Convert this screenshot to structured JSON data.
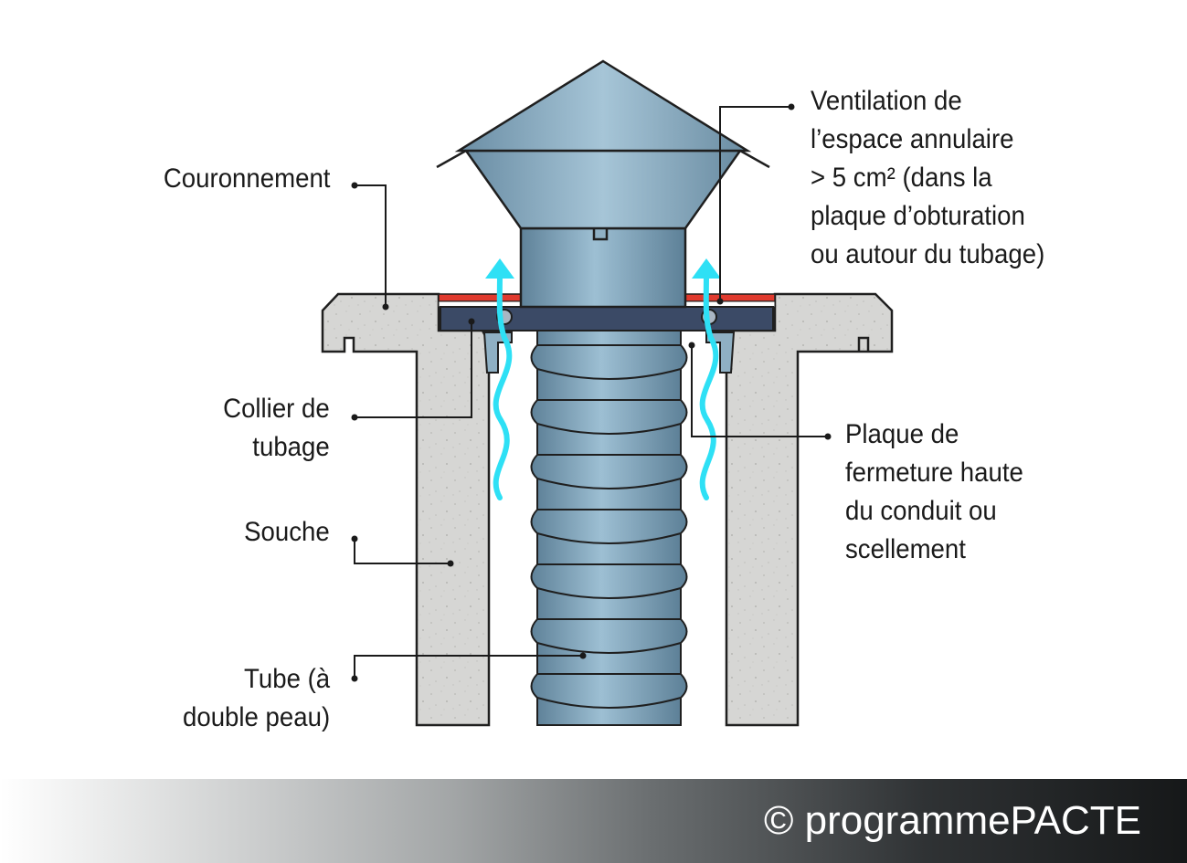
{
  "labels": {
    "couronnement": [
      "Couronnement"
    ],
    "collier": [
      "Collier de",
      "tubage"
    ],
    "souche": [
      "Souche"
    ],
    "tube": [
      "Tube (à",
      "double peau)"
    ],
    "ventilation": [
      "Ventilation de",
      "l’espace annulaire",
      "> 5 cm² (dans la",
      "plaque d’obturation",
      "ou autour du tubage)"
    ],
    "plaque": [
      "Plaque de",
      "fermeture haute",
      "du conduit ou",
      "scellement"
    ]
  },
  "footer": {
    "credit": "© programmePACTE"
  },
  "colors": {
    "concrete": "#d6d6d4",
    "pipe": "#7fa1b7",
    "plate": "#3b4a66",
    "seal": "#e03a2e",
    "airflow": "#2ee0f5"
  }
}
